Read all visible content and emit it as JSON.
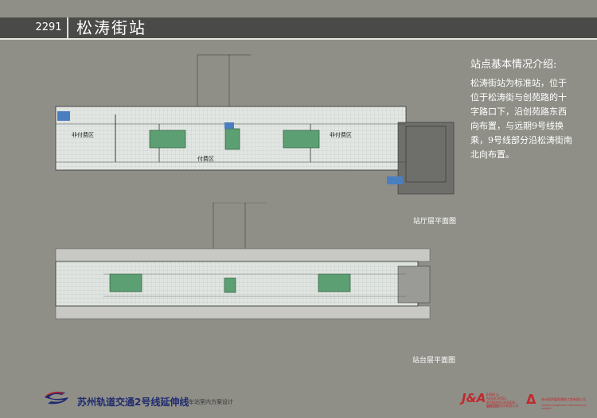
{
  "header": {
    "page_number": "2291",
    "title": "松涛街站"
  },
  "info": {
    "title": "站点基本情况介绍:",
    "body": "松涛街站为标准站，位于位于松涛街与创苑路的十字路口下，沿创苑路东西向布置，与远期9号线换乘，9号线部分沿松涛街南北向布置。"
  },
  "concourse_plan": {
    "caption": "站厅层平面图",
    "zone_left": "非付费区",
    "zone_center": "付费区",
    "zone_right": "非付费区"
  },
  "platform_plan": {
    "caption": "站台层平面图"
  },
  "footer": {
    "project_title": "苏州轨道交通2号线延伸线",
    "subtitle": "车站室内方案设计",
    "ja_logo": "J&A",
    "ja_english": "JIANG & ASSOCIATES INTERIOR DESIGN CO.,LTD",
    "ja_chinese": "姜峰室内设计有限公司",
    "zh_logo": "ᐃ",
    "zh_chinese": "苏州园贸嘉和建筑工程有限公司",
    "zh_english": "SUZHOU XUANHONG CONSTRUCTION PROJECT"
  },
  "colors": {
    "background": "#8f8f88",
    "header_bar": "#4a4a48",
    "floor": "#e2e6e2",
    "escalator": "#5c9f72",
    "footer_blue": "#1f2a6e",
    "brand_red": "#c0282d"
  }
}
